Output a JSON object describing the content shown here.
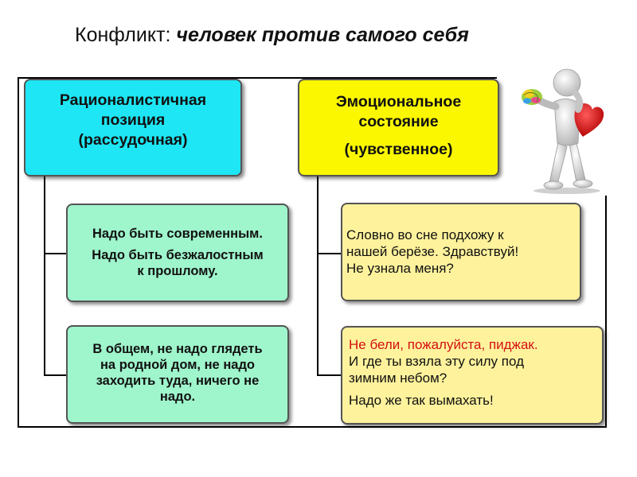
{
  "title": {
    "prefix": "Конфликт:",
    "emphasis": "человек против самого себя"
  },
  "left_column": {
    "header": {
      "line1": "Рационалистичная",
      "line2": "позиция",
      "line3": "(рассудочная)"
    },
    "box1": {
      "line1": "Надо быть современным.",
      "line2": "Надо быть безжалостным",
      "line3": "к прошлому."
    },
    "box2": {
      "line1": "В общем, не надо глядеть",
      "line2": "на родной дом, не надо",
      "line3": "заходить туда, ничего не",
      "line4": "надо."
    }
  },
  "right_column": {
    "header": {
      "line1": "Эмоциональное",
      "line2": "состояние",
      "line3": "(чувственное)"
    },
    "box1": {
      "line1": "Словно во сне подхожу к",
      "line2": "нашей берёзе. Здравствуй!",
      "line3": "Не узнала меня?"
    },
    "box2": {
      "red_line": "Не бели, пожалуйста, пиджак.",
      "line2": "И где ты взяла эту силу под",
      "line3": "зимним небом?",
      "line4": "Надо же так вымахать!"
    }
  },
  "colors": {
    "rational_header": "#1ee6f4",
    "emotional_header": "#fbf700",
    "rational_box": "#9ff5cc",
    "emotional_box": "#fff29c",
    "accent_red": "#d21010"
  },
  "icons": {
    "figure": "thinking-man-with-heart-and-brain-icon"
  }
}
